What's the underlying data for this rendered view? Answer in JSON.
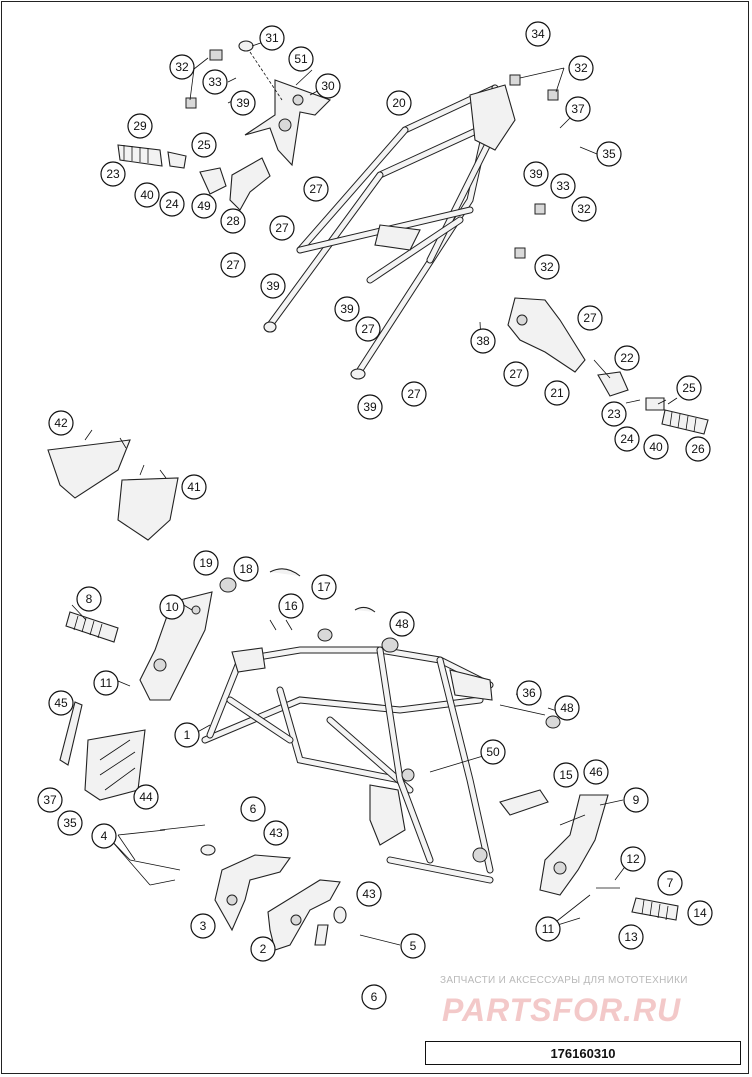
{
  "diagram": {
    "callouts": [
      "31",
      "51",
      "30",
      "32",
      "33",
      "39",
      "29",
      "25",
      "23",
      "40",
      "24",
      "49",
      "28",
      "27",
      "27",
      "27",
      "39",
      "20",
      "34",
      "32",
      "37",
      "35",
      "39",
      "33",
      "32",
      "32",
      "39",
      "27",
      "38",
      "27",
      "27",
      "21",
      "22",
      "25",
      "23",
      "24",
      "40",
      "26",
      "39",
      "27",
      "42",
      "41",
      "19",
      "18",
      "17",
      "16",
      "48",
      "8",
      "10",
      "11",
      "1",
      "36",
      "48",
      "45",
      "50",
      "15",
      "46",
      "9",
      "37",
      "44",
      "35",
      "4",
      "6",
      "43",
      "3",
      "2",
      "43",
      "5",
      "6",
      "12",
      "7",
      "14",
      "11",
      "13"
    ]
  },
  "watermark": {
    "caption": "ЗАПЧАСТИ И АКСЕССУАРЫ ДЛЯ МОТОТЕХНИКИ",
    "brand": "PARTSFOR.RU"
  },
  "doc": {
    "number": "176160310"
  }
}
